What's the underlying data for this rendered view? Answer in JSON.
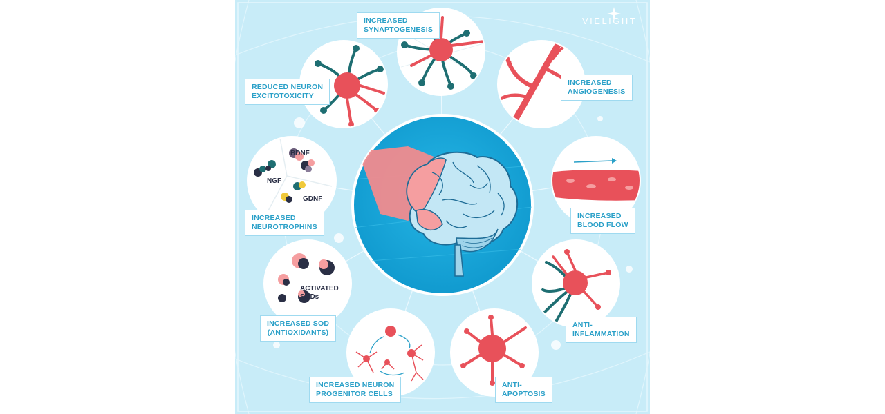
{
  "brand": "VIELIGHT",
  "center": {
    "subject": "brain"
  },
  "benefits": [
    {
      "id": "synaptogenesis",
      "line1": "INCREASED",
      "line2": "SYNAPTOGENESIS"
    },
    {
      "id": "angiogenesis",
      "line1": "INCREASED",
      "line2": "ANGIOGENESIS"
    },
    {
      "id": "blood-flow",
      "line1": "INCREASED",
      "line2": "BLOOD FLOW"
    },
    {
      "id": "anti-inflammation",
      "line1": "ANTI-",
      "line2": "INFLAMMATION"
    },
    {
      "id": "anti-apoptosis",
      "line1": "ANTI-",
      "line2": "APOPTOSIS"
    },
    {
      "id": "progenitor-cells",
      "line1": "INCREASED NEURON",
      "line2": "PROGENITOR CELLS"
    },
    {
      "id": "sod",
      "line1": "INCREASED SOD",
      "line2": "(ANTIOXIDANTS)"
    },
    {
      "id": "neurotrophins",
      "line1": "INCREASED",
      "line2": "NEUROTROPHINS"
    },
    {
      "id": "excitotoxicity",
      "line1": "REDUCED NEURON",
      "line2": "EXCITOTOXICITY"
    }
  ],
  "neurotrophins": {
    "bdnf": "BDNF",
    "ngf": "NGF",
    "gdnf": "GDNF"
  },
  "sod_circle": {
    "line1": "ACTIVATED",
    "line2": "SODs"
  },
  "colors": {
    "background": "#c8ecf8",
    "center_blue": "#19a8dc",
    "neuron_red": "#e8515a",
    "dendrite_teal": "#1e6e72",
    "label_text": "#2aa0c8"
  }
}
